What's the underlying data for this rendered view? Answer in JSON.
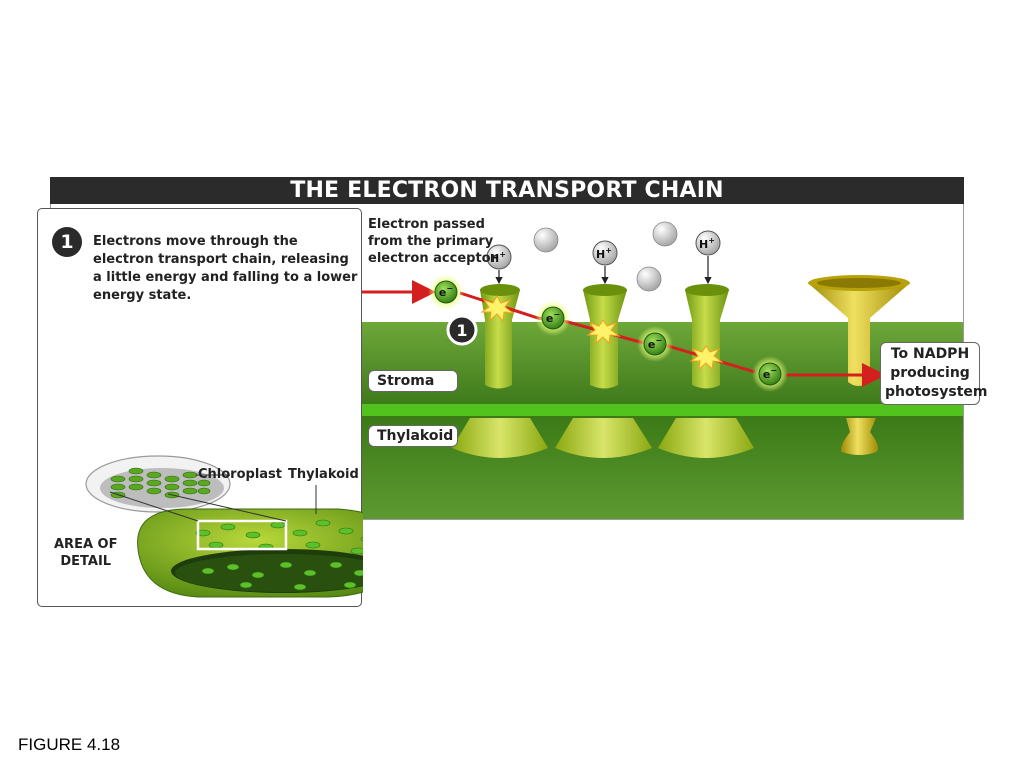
{
  "title": "THE ELECTRON TRANSPORT CHAIN",
  "step": {
    "number": "1",
    "text": "Electrons move through the electron transport chain, releasing a little energy and falling to a lower energy state."
  },
  "labels": {
    "electron_passed": [
      "Electron passed",
      "from the primary",
      "electron acceptor"
    ],
    "stroma": "Stroma",
    "thylakoid_region": "Thylakoid",
    "to_nadph": [
      "To NADPH",
      "producing",
      "photosystem"
    ],
    "chloroplast": "Chloroplast",
    "thylakoid_inset": "Thylakoid",
    "area_of_detail": [
      "AREA OF",
      "DETAIL"
    ]
  },
  "proton_label": "H",
  "proton_charge": "+",
  "electron_label": "e",
  "electron_charge": "−",
  "marker_number": "1",
  "caption": "FIGURE 4.18",
  "colors": {
    "title_bar": "#2b2b2b",
    "membrane_green": "#4a8d22",
    "protein_green": "#8fb51c",
    "funnel_yellow": "#c9b50a",
    "arrow_red": "#d41f1f",
    "electron_glow": "#d6f05a"
  }
}
